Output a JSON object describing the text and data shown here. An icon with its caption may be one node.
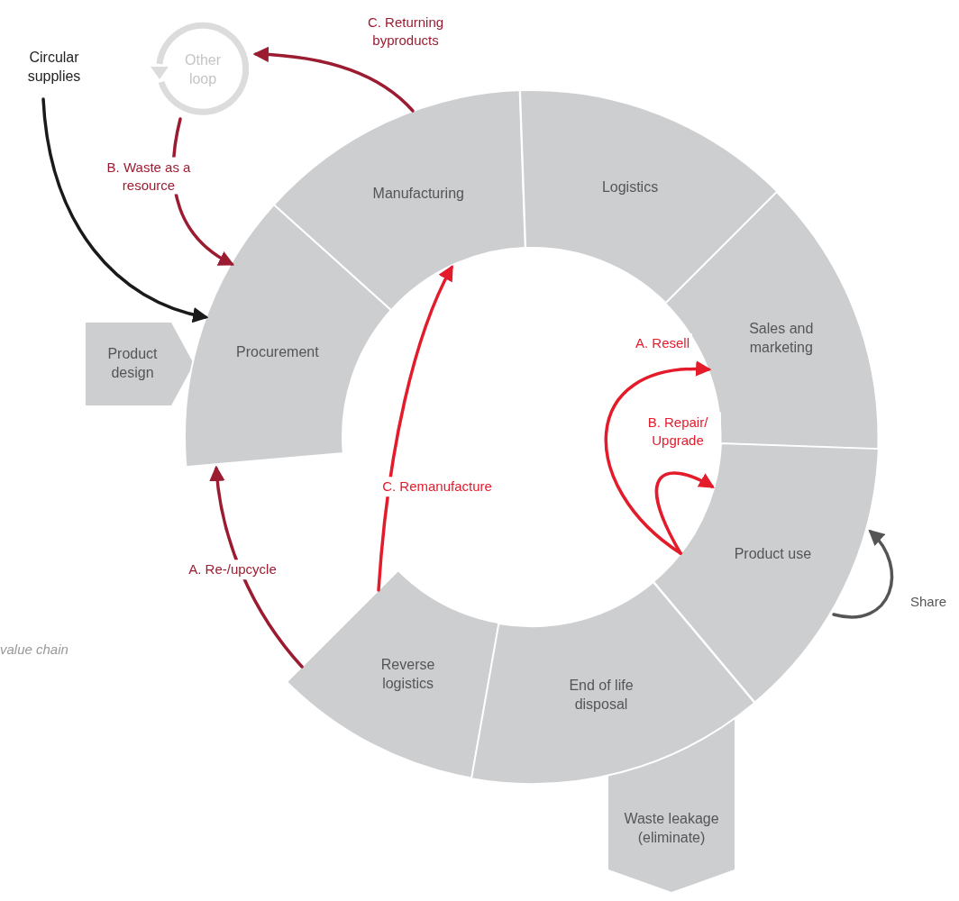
{
  "diagram": {
    "nodes": [
      {
        "text": [
          "Circular supplies"
        ]
      },
      {
        "text": [
          "Other loop"
        ]
      },
      {
        "text": [
          "Product design"
        ]
      },
      {
        "text": [
          "Procurement"
        ]
      },
      {
        "text": [
          "Manufacturing"
        ]
      },
      {
        "text": [
          "Logistics"
        ]
      },
      {
        "text": [
          "Sales and marketing"
        ]
      },
      {
        "text": [
          "Product use"
        ]
      },
      {
        "text": [
          "Reverse logistics"
        ]
      },
      {
        "text": [
          "End of life disposal"
        ]
      },
      {
        "text": [
          "Waste leakage (eliminate)"
        ]
      }
    ],
    "edges": [
      {
        "from": 0,
        "to": 3,
        "arrow": "to",
        "color": "#1a1a1a"
      },
      {
        "from": 1,
        "to": 3,
        "arrow": "to",
        "label": "B. Waste as a resource",
        "color": "#9b1c31"
      },
      {
        "from": 4,
        "to": 1,
        "arrow": "to",
        "label": "C. Returning byproducts",
        "color": "#9b1c31"
      },
      {
        "from": 8,
        "to": 3,
        "arrow": "to",
        "label": "A. Re-/upcycle",
        "color": "#9b1c31"
      },
      {
        "from": 8,
        "to": 4,
        "arrow": "to",
        "label": "C. Remanufacture",
        "color": "#e31b2b"
      },
      {
        "from": 7,
        "to": 6,
        "arrow": "to",
        "label": "A. Resell",
        "color": "#e31b2b"
      },
      {
        "from": 7,
        "to": 7,
        "arrow": "to",
        "label": "B. Repair/ Upgrade",
        "color": "#e31b2b"
      },
      {
        "from": 7,
        "to": 7,
        "arrow": "to",
        "label": "Share",
        "color": "#555555"
      }
    ],
    "labels": [
      "value chain"
    ]
  }
}
